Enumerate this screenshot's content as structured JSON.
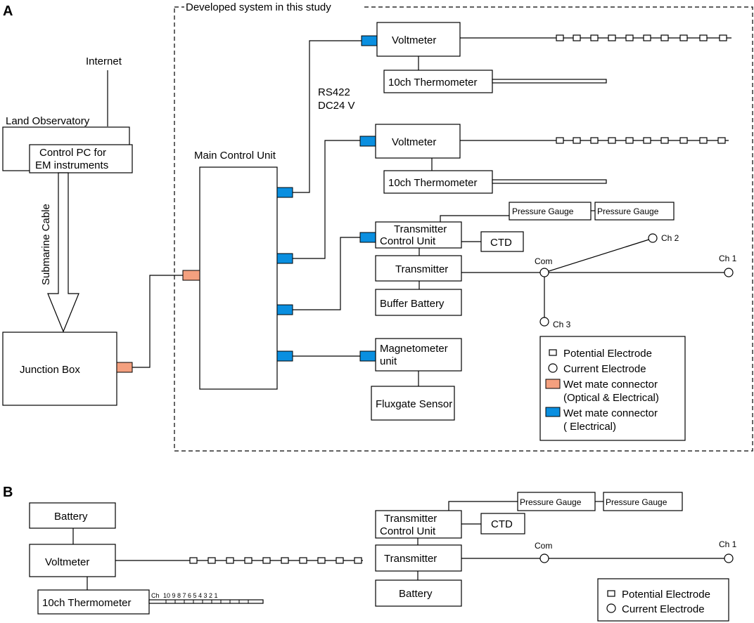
{
  "colors": {
    "optical_connector": "#f4a07f",
    "electrical_connector": "#0a8fe0",
    "line": "#000000"
  },
  "panel_a": {
    "label": "A",
    "study_label": "Developed system in this study",
    "internet": "Internet",
    "land_observatory": "Land Observatory",
    "control_pc": [
      "Control PC for",
      "EM instruments"
    ],
    "submarine_cable": "Submarine Cable",
    "junction_box": "Junction Box",
    "main_control_unit": "Main Control Unit",
    "rs422": "RS422",
    "dc24": "DC24 V",
    "voltmeter": "Voltmeter",
    "thermometer": "10ch Thermometer",
    "pressure_gauge": "Pressure Gauge",
    "transmitter_control": [
      "Transmitter",
      "Control  Unit"
    ],
    "ctd": "CTD",
    "transmitter": "Transmitter",
    "buffer_battery": "Buffer Battery",
    "magnetometer": [
      "Magnetometer",
      "unit"
    ],
    "fluxgate": "Fluxgate Sensor",
    "com": "Com",
    "ch1": "Ch 1",
    "ch2": "Ch 2",
    "ch3": "Ch 3",
    "legend": {
      "potential": "Potential Electrode",
      "current": "Current Electrode",
      "wet_optical": [
        "Wet mate connector",
        "(Optical & Electrical)"
      ],
      "wet_electrical": [
        "Wet mate connector",
        "( Electrical)"
      ]
    }
  },
  "panel_b": {
    "label": "B",
    "battery": "Battery",
    "voltmeter": "Voltmeter",
    "thermometer": "10ch Thermometer",
    "ch_label": "Ch",
    "ch_numbers": "10  9  8  7  6  5  4  3  2  1",
    "pressure_gauge": "Pressure Gauge",
    "transmitter_control": [
      "Transmitter",
      "Control  Unit"
    ],
    "ctd": "CTD",
    "transmitter": "Transmitter",
    "battery2": "Battery",
    "com": "Com",
    "ch1": "Ch 1",
    "legend": {
      "potential": "Potential Electrode",
      "current": "Current Electrode"
    }
  }
}
